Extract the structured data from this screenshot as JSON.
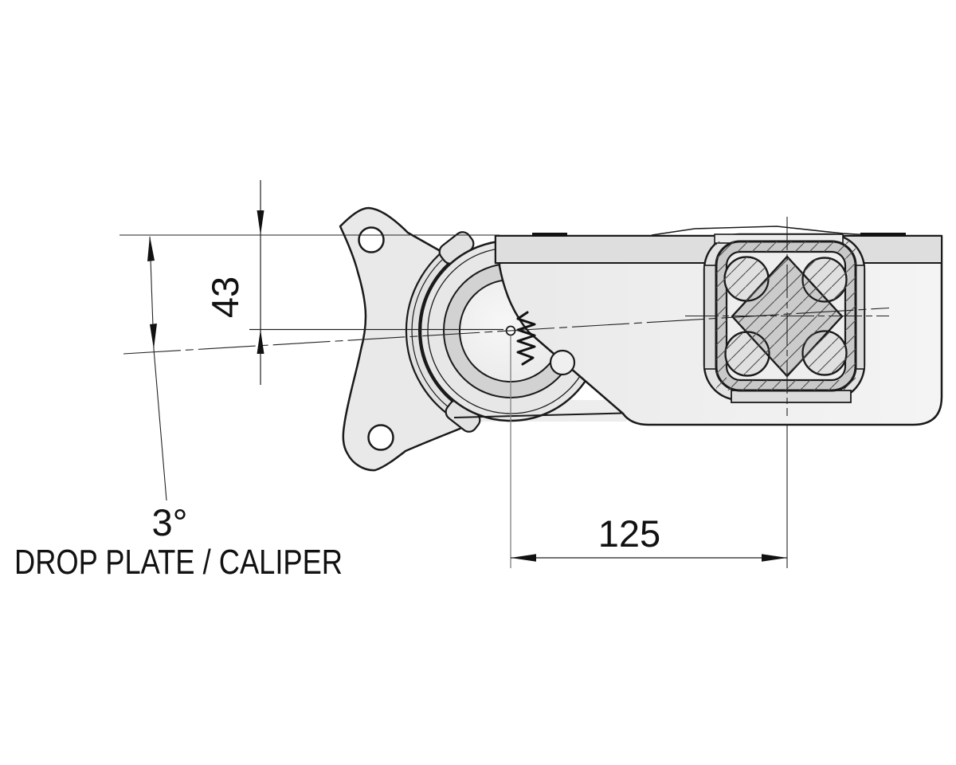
{
  "drawing": {
    "title_hidden": "",
    "dimensions": {
      "vertical_drop": "43",
      "horizontal_offset": "125",
      "angle": "3°"
    },
    "callout": {
      "angle_value": "3°",
      "label": "DROP PLATE / CALIPER"
    },
    "colors": {
      "line": "#1a1a1a",
      "thin_line": "#333333",
      "gray_extension": "#808080",
      "plate_fill": "#f0f0f0",
      "flange_fill": "#dedede",
      "shell_fill": "#e3e3e3",
      "tube_wall_fill": "#c9c9c9",
      "diamond_fill": "#cbcbcb",
      "rubber_cord_fill": "#e0e0e0",
      "hub_ring_fill": "#d2d2d2",
      "background": "#ffffff"
    }
  }
}
